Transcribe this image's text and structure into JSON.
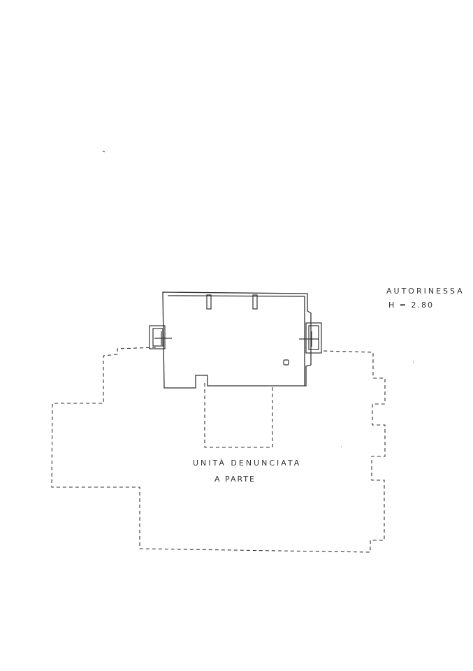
{
  "room": {
    "name": "AUTORINESSA",
    "height": "H = 2.80"
  },
  "other_unit": {
    "line1": "UNITÀ  DENUNCIATA",
    "line2": "A   PARTE"
  },
  "colors": {
    "ink": "#333333",
    "paper": "#ffffff"
  }
}
